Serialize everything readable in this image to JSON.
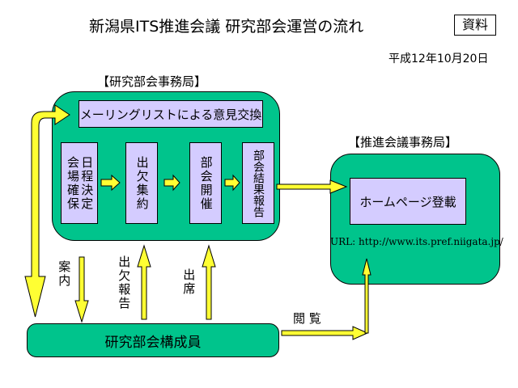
{
  "title": "新潟県ITS推進会議 研究部会運営の流れ",
  "badge": "資料",
  "date": "平成12年10月20日",
  "research_office": {
    "label": "【研究部会事務局】",
    "mailing_list": "メーリングリストによる意見交換",
    "steps": [
      {
        "col1": "日程決定",
        "col2": "会場確保"
      },
      {
        "col1": "出欠集約"
      },
      {
        "col1": "部会開催"
      },
      {
        "col1": "部会結果報告"
      }
    ]
  },
  "promotion_office": {
    "label": "【推進会議事務局】",
    "homepage": "ホームページ登載",
    "url": "URL: http://www.its.pref.niigata.jp/"
  },
  "members": {
    "label": "研究部会構成員"
  },
  "flows": {
    "annai": "案内",
    "shukketsu_houkoku": "出欠報告",
    "shusseki": "出席",
    "etsuran": "閲 覧"
  },
  "colors": {
    "green": "#00c48c",
    "lavender": "#d4ccff",
    "arrow_yellow": "#ffff33"
  }
}
